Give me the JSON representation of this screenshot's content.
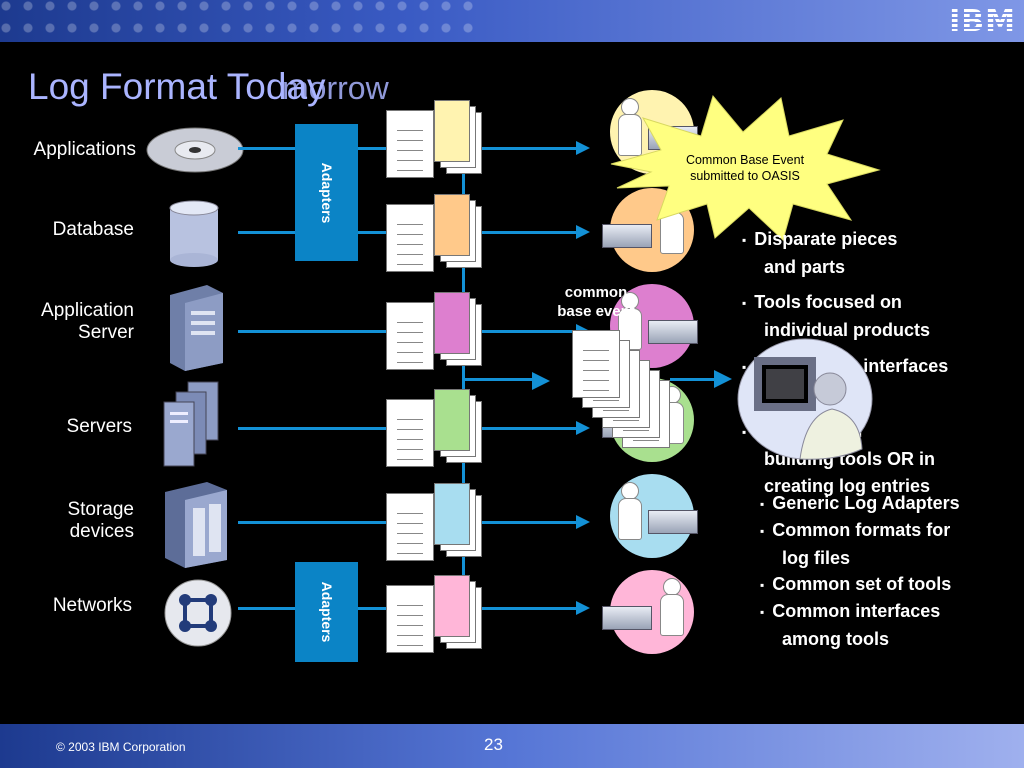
{
  "header": {
    "logo": "IBM"
  },
  "title": {
    "main": "Log Format Today",
    "overlay": "morrow"
  },
  "sources": [
    {
      "label": "Applications",
      "icon": "cd-icon"
    },
    {
      "label": "Database",
      "icon": "database-icon"
    },
    {
      "label": "Application\nServer",
      "icon": "server-icon"
    },
    {
      "label": "Servers",
      "icon": "server-rack-icon"
    },
    {
      "label": "Storage\ndevices",
      "icon": "storage-icon"
    },
    {
      "label": "Networks",
      "icon": "network-icon"
    }
  ],
  "adapters_label": "Adapters",
  "callout": {
    "text": "Common Base Event\nsubmitted to OASIS"
  },
  "common_label": "common\nbase event",
  "today_bullets": [
    "Disparate pieces\nand parts",
    "Tools focused on\nindividual products",
    "No common interfaces\namong tools",
    "Strategies in\nbuilding tools OR in\ncreating log entries"
  ],
  "tomorrow_bullets": [
    "Generic Log Adapters",
    "Common formats for\nlog files",
    "Common set of tools",
    "Common interfaces\namong tools"
  ],
  "footer": {
    "copyright": "© 2003 IBM Corporation",
    "page": "23"
  },
  "colors": {
    "accent": "#1391d6",
    "title": "#aab4ff",
    "callout": "#ffff80",
    "log_colors": [
      "#fff3b0",
      "#ffc98a",
      "#dd7fcf",
      "#a9e08f",
      "#a8ddf0",
      "#ffb6d8"
    ]
  }
}
